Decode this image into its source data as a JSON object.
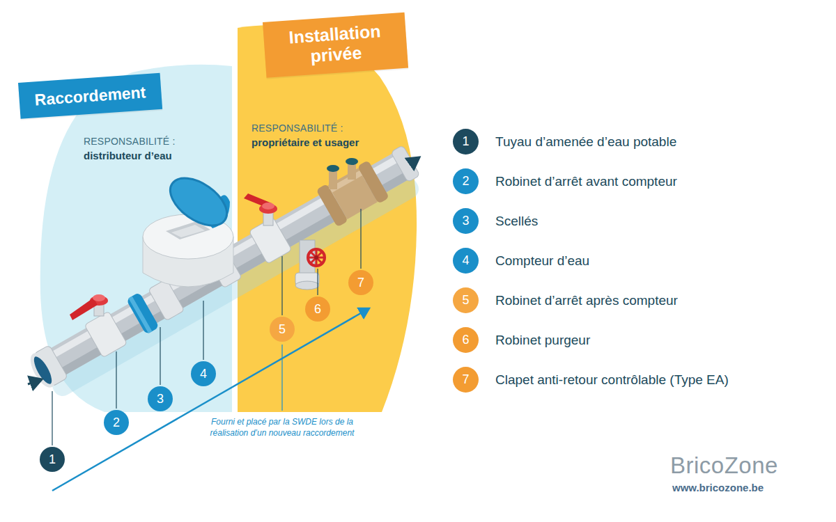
{
  "diagram": {
    "nodes": [
      {
        "text": [
          "RESPONSABILITÉ :",
          "distributeur d’eau"
        ]
      },
      {
        "text": [
          "Raccordement"
        ],
        "in": 0
      },
      {
        "text": [
          "RESPONSABILITÉ :",
          "propriétaire et usager"
        ]
      },
      {
        "text": [
          "Installation privée"
        ],
        "in": 2
      }
    ],
    "labels": [
      "1",
      "2",
      "3",
      "4",
      "5",
      "6",
      "7",
      "1",
      "2",
      "3",
      "4",
      "5",
      "6",
      "7",
      "Fourni et placé par la SWDE lors de la réalisation d’un nouveau raccordement",
      "BricoZone",
      "www.bricozone.be"
    ],
    "legend": [
      {
        "text": "Tuyau d’amenée d’eau potable",
        "color": "#1d4a5e"
      },
      {
        "text": "Robinet d’arrêt avant compteur",
        "color": "#1a8fc9"
      },
      {
        "text": "Scellés",
        "color": "#1a8fc9"
      },
      {
        "text": "Compteur d’eau",
        "color": "#1a8fc9"
      },
      {
        "text": "Robinet d’arrêt après compteur",
        "color": "#f5a742"
      },
      {
        "text": "Robinet purgeur",
        "color": "#f39c32"
      },
      {
        "text": "Clapet anti-retour contrôlable (Type EA)",
        "color": "#f39c32"
      }
    ]
  }
}
